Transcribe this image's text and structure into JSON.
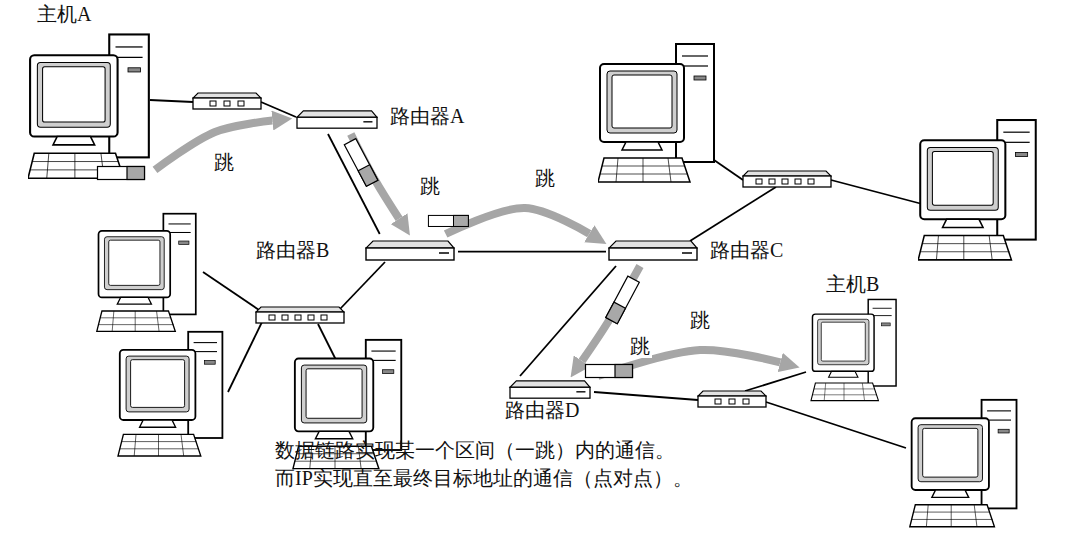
{
  "diagram": {
    "nodes": [
      {
        "text": [
          "主机A"
        ]
      },
      {
        "text": [
          "路由器A"
        ]
      },
      {
        "text": [
          "路由器B"
        ]
      },
      {
        "text": [
          "路由器C"
        ]
      },
      {
        "text": [
          "主机B"
        ]
      },
      {
        "text": [
          "路由器D"
        ]
      }
    ],
    "edges": [
      {
        "from": 0,
        "to": 1,
        "arrow": "to",
        "label": "跳"
      },
      {
        "from": 1,
        "to": 2,
        "arrow": "to",
        "label": "跳"
      },
      {
        "from": 2,
        "to": 3,
        "arrow": "to",
        "label": "跳"
      },
      {
        "from": 3,
        "to": 5,
        "arrow": "to",
        "label": "跳"
      },
      {
        "from": 5,
        "to": 4,
        "arrow": "to",
        "label": "跳"
      },
      {
        "from": 1,
        "to": 2,
        "arrow": "none"
      },
      {
        "from": 2,
        "to": 3,
        "arrow": "none"
      },
      {
        "from": 3,
        "to": 5,
        "arrow": "none"
      }
    ],
    "labels": [
      "数据链路实现某一个区间（一跳）内的通信。",
      "而IP实现直至最终目标地址的通信（点对点）。"
    ]
  }
}
